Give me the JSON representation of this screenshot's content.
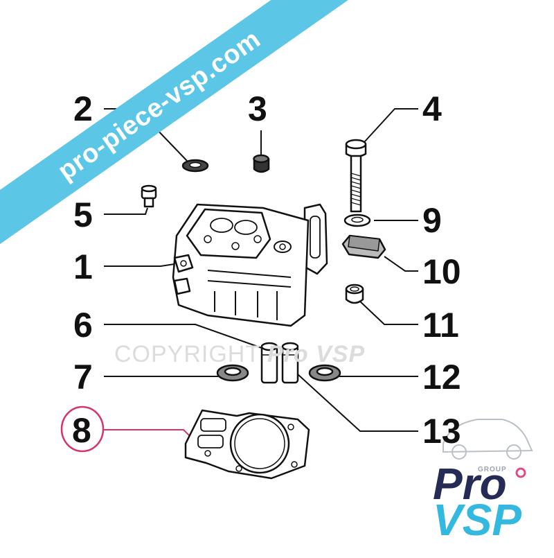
{
  "banner": {
    "text": "pro-piece-vsp.com"
  },
  "watermark": {
    "prefix": "COPYRIGHT",
    "brand": "Pro VSP"
  },
  "logo": {
    "group": "GROUP",
    "line1": "Pro",
    "line2": "VSP",
    "colors": {
      "pro": "#252b55",
      "vsp": "#33b8e0",
      "banner": "#5bc6e6"
    }
  },
  "labels": [
    "2",
    "3",
    "4",
    "5",
    "9",
    "1",
    "10",
    "11",
    "6",
    "7",
    "12",
    "8",
    "13"
  ],
  "highlight": {
    "label": "8",
    "color": "#d6336c"
  }
}
